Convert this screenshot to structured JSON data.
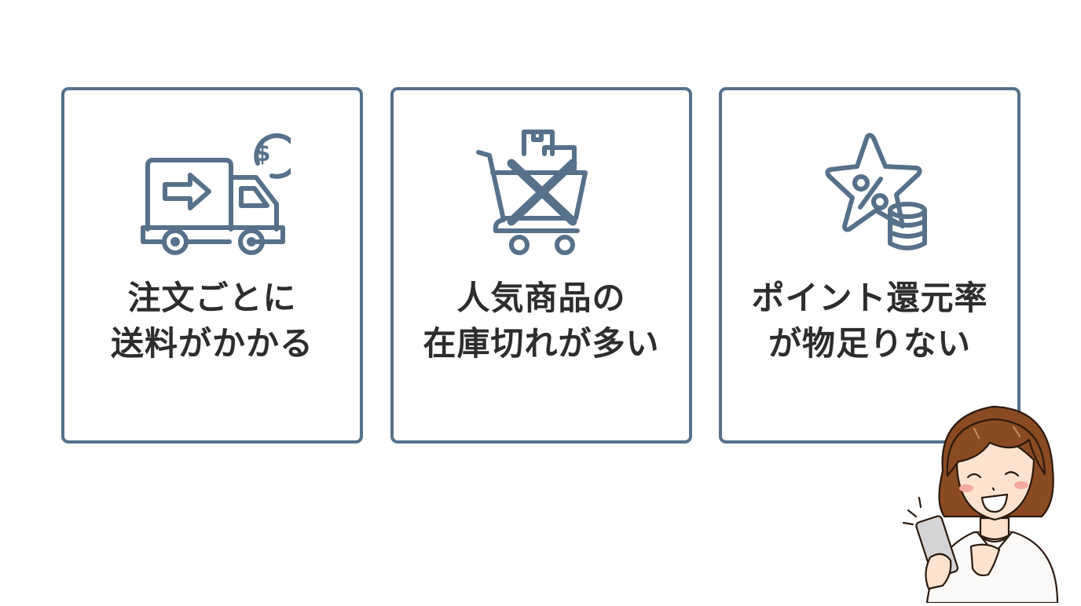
{
  "colors": {
    "card_border": "#57718a",
    "icon_stroke": "#57718a",
    "text": "#2d2d2d",
    "background": "#ffffff"
  },
  "cards": [
    {
      "icon": "delivery-truck-dollar-icon",
      "lines": [
        "注文ごとに",
        "送料がかかる"
      ]
    },
    {
      "icon": "cart-out-of-stock-icon",
      "lines": [
        "人気商品の",
        "在庫切れが多い"
      ]
    },
    {
      "icon": "star-percent-coins-icon",
      "lines": [
        "ポイント還元率",
        "が物足りない"
      ]
    }
  ],
  "character": {
    "description": "smiling-woman-with-smartphone"
  }
}
